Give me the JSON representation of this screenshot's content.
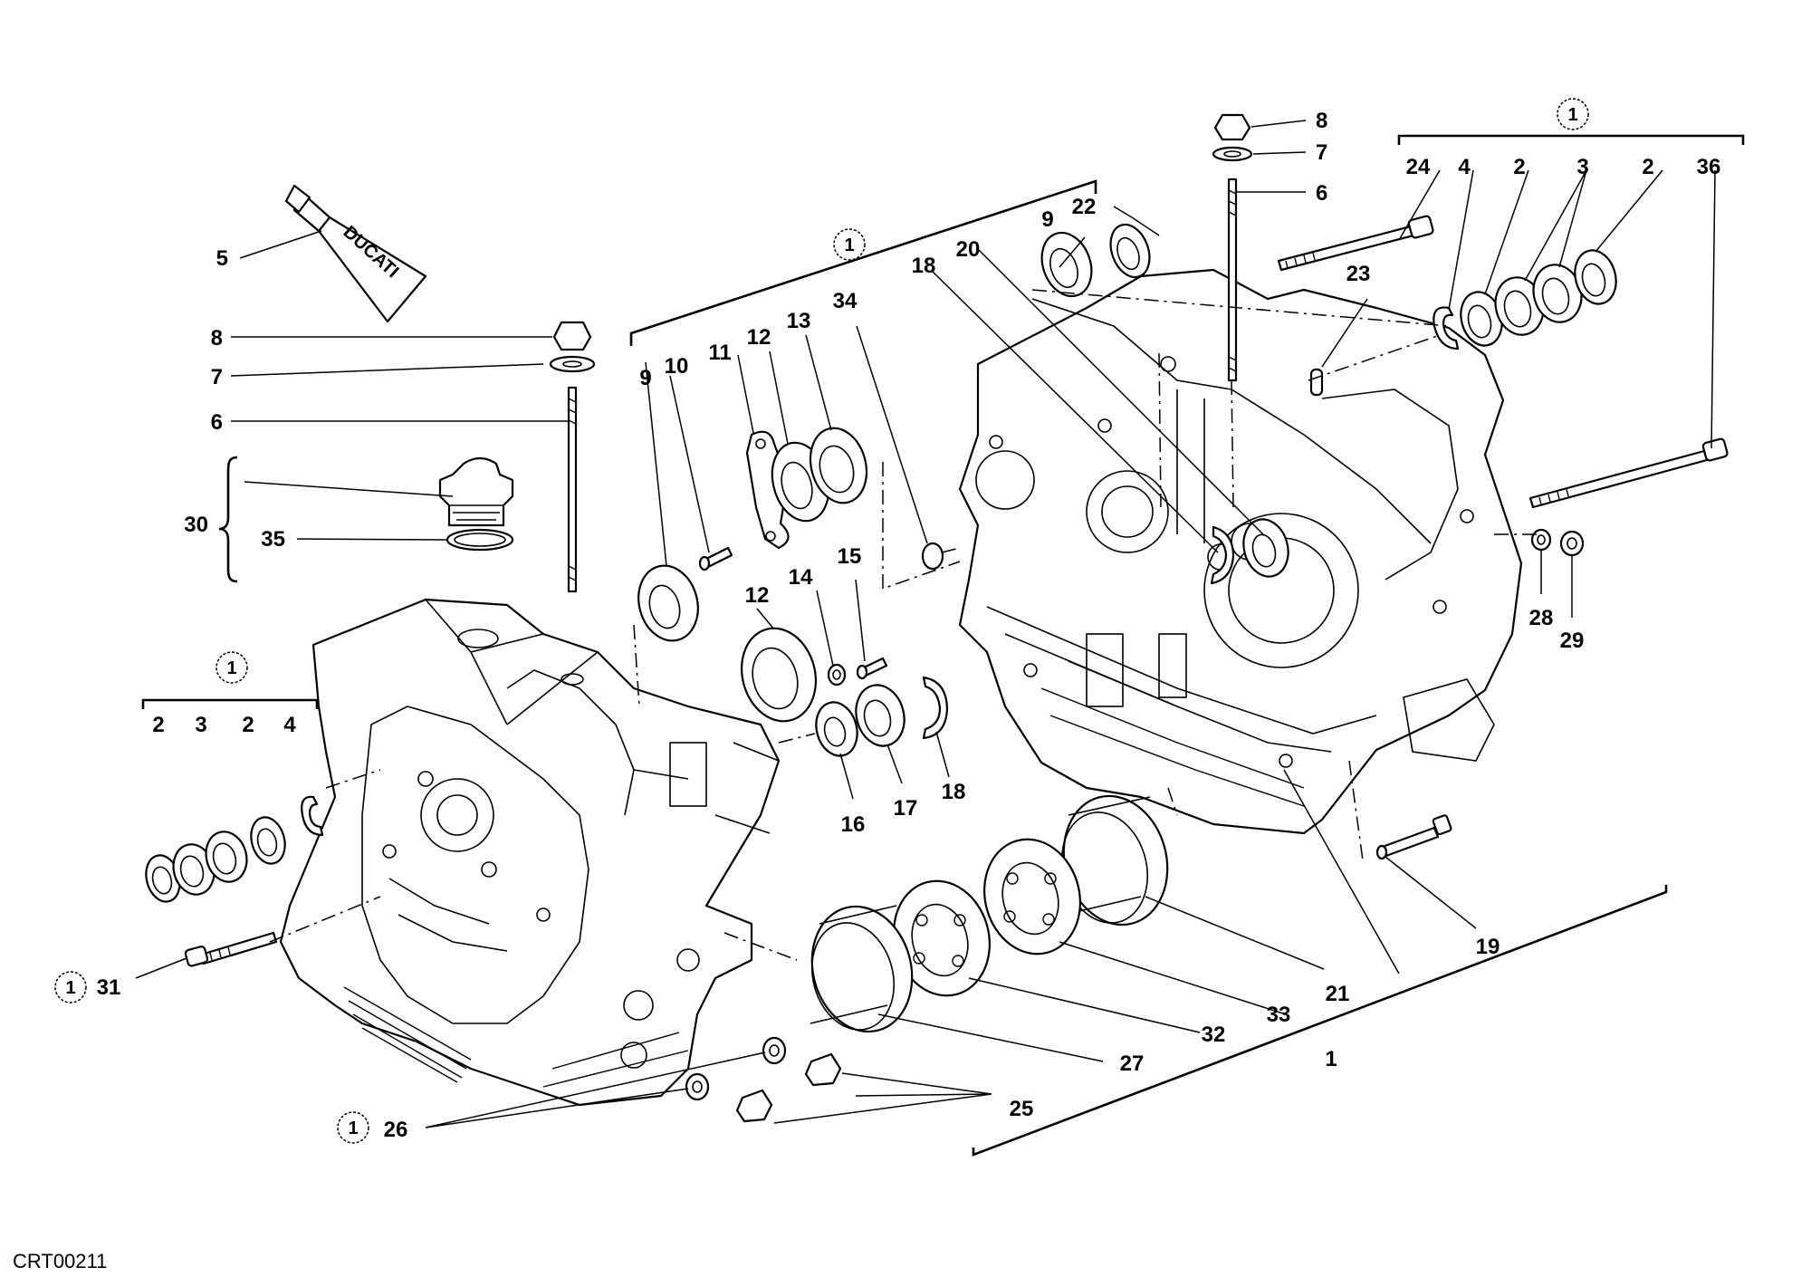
{
  "drawing_code": "CRT00211",
  "tube_brand": "DUCATI",
  "mark_symbol": "1",
  "labels": {
    "n1": "1",
    "n2": "2",
    "n3": "3",
    "n4": "4",
    "n5": "5",
    "n6": "6",
    "n7": "7",
    "n8": "8",
    "n9": "9",
    "n10": "10",
    "n11": "11",
    "n12": "12",
    "n13": "13",
    "n14": "14",
    "n15": "15",
    "n16": "16",
    "n17": "17",
    "n18": "18",
    "n19": "19",
    "n20": "20",
    "n21": "21",
    "n22": "22",
    "n23": "23",
    "n24": "24",
    "n25": "25",
    "n26": "26",
    "n27": "27",
    "n28": "28",
    "n29": "29",
    "n30": "30",
    "n31": "31",
    "n32": "32",
    "n33": "33",
    "n34": "34",
    "n35": "35",
    "n36": "36"
  }
}
